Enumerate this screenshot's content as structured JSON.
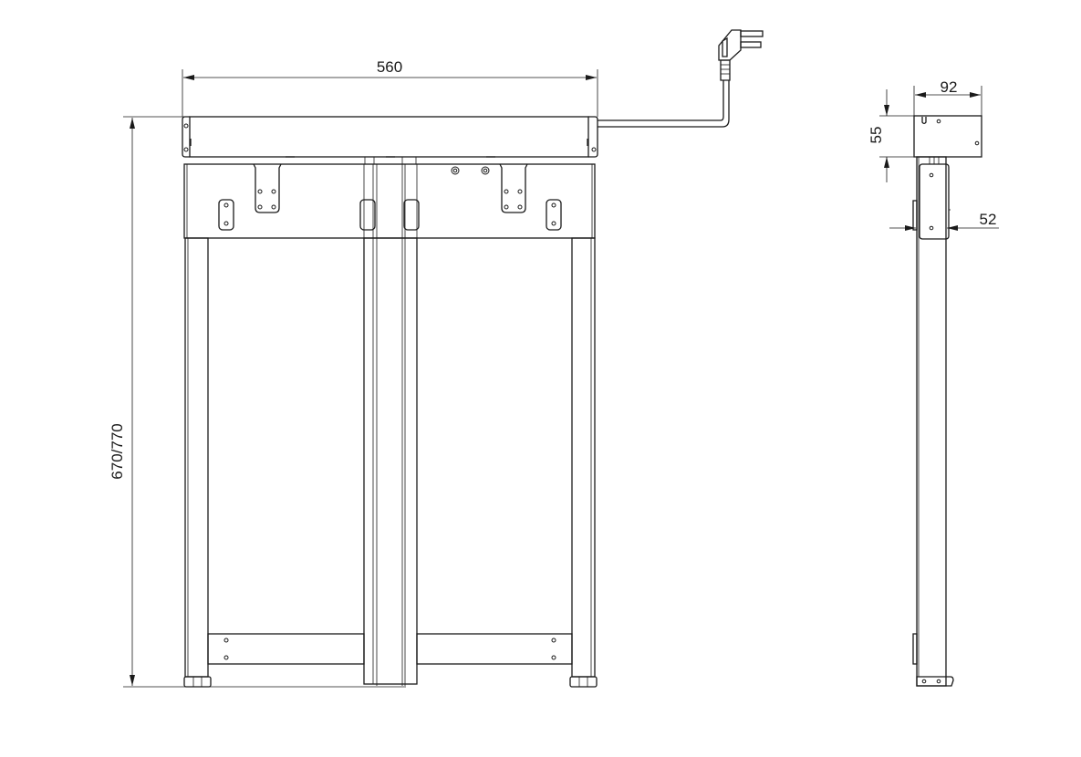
{
  "dimensions": {
    "width": "560",
    "height": "670/770",
    "side_depth": "92",
    "side_box_height": "55",
    "side_column_depth": "52"
  },
  "colors": {
    "line": "#1a1a1a",
    "background": "#ffffff"
  }
}
